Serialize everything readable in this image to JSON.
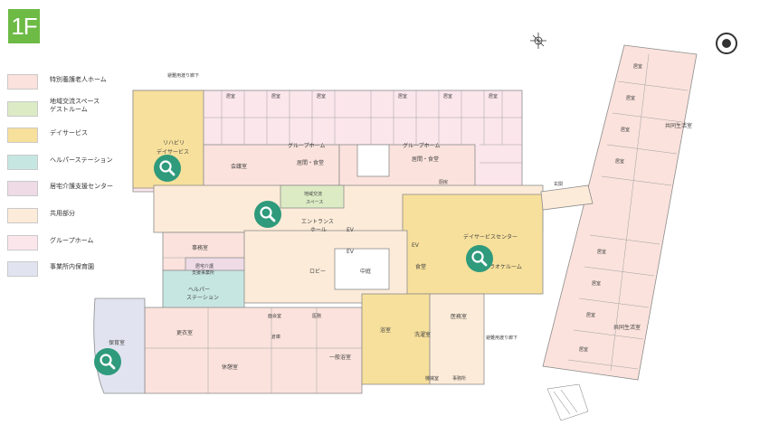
{
  "floor": "1F",
  "legend": [
    {
      "label": "特別養護老人ホーム",
      "color": "#fbe2dc"
    },
    {
      "label": "地域交流スペース\nゲストルーム",
      "color": "#dcebc4"
    },
    {
      "label": "デイサービス",
      "color": "#f7e09b"
    },
    {
      "label": "ヘルパーステーション",
      "color": "#c6e6e2"
    },
    {
      "label": "居宅介護支援センター",
      "color": "#eedbe6"
    },
    {
      "label": "共用部分",
      "color": "#fcebd8"
    },
    {
      "label": "グループホーム",
      "color": "#fbe6ec"
    },
    {
      "label": "事業所内保育園",
      "color": "#e1e4f0"
    }
  ],
  "rooms": {
    "kyoshitsu": "居室",
    "group_home": "グループホーム",
    "living_dining": "居間・食堂",
    "rehab_day": "リハビリ\nデイサービス",
    "meeting": "会議室",
    "community_space": "地域交流\nスペース",
    "entrance_hall": "エントランス\nホール",
    "lobby": "ロビー",
    "courtyard": "中庭",
    "day_center": "デイサービスセンター",
    "karaoke": "カラオケルーム",
    "dining": "食堂",
    "office": "事務室",
    "care_support": "居宅介護\n支援事業所",
    "helper_station": "ヘルパー\nステーション",
    "storage": "倉庫",
    "daycare": "保育室",
    "changing": "更衣室",
    "rest": "休憩室",
    "bath": "浴室",
    "general_bath": "一般浴室",
    "shared_room": "共同生活室",
    "medical_room": "医務室",
    "medical": "医務",
    "visitor_room": "面会室",
    "laundry": "洗濯室",
    "corridor_1": "避難用渡り廊下",
    "corridor_2": "避難用渡り廊下",
    "ev": "EV",
    "front_door": "玄関",
    "kitchen": "厨房",
    "machine": "機械室",
    "elder_office": "事務所"
  }
}
